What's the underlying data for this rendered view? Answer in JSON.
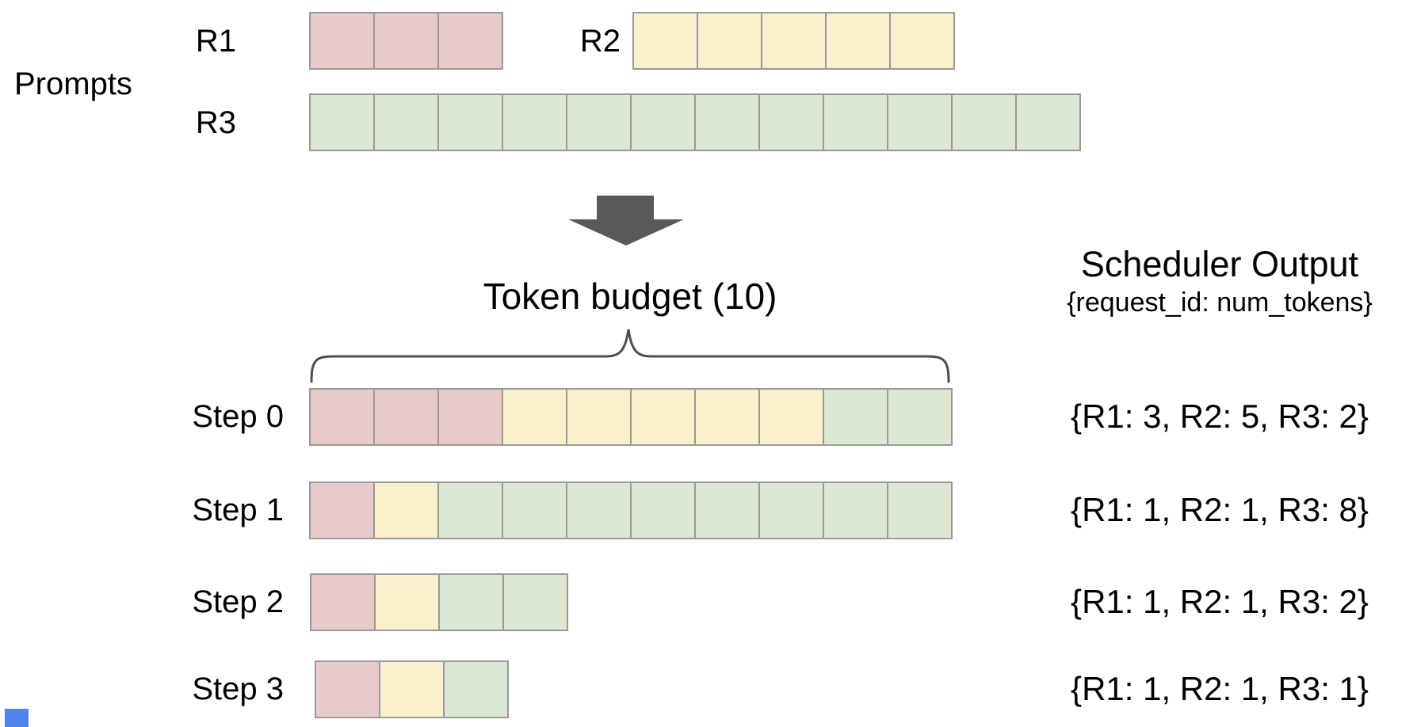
{
  "prompts": {
    "section_label": "Prompts"
  },
  "prompt_rows": [
    {
      "label": "R1",
      "request_id": "R1",
      "num_tokens": 3,
      "cells": [
        "R1",
        "R1",
        "R1"
      ]
    },
    {
      "label": "R2",
      "request_id": "R2",
      "num_tokens": 5,
      "cells": [
        "R2",
        "R2",
        "R2",
        "R2",
        "R2"
      ]
    },
    {
      "label": "R3",
      "request_id": "R3",
      "num_tokens": 12,
      "cells": [
        "R3",
        "R3",
        "R3",
        "R3",
        "R3",
        "R3",
        "R3",
        "R3",
        "R3",
        "R3",
        "R3",
        "R3"
      ]
    }
  ],
  "token_budget": {
    "label": "Token budget (10)",
    "value": 10
  },
  "scheduler_output": {
    "title": "Scheduler Output",
    "subtitle": "{request_id: num_tokens}"
  },
  "steps": [
    {
      "label": "Step 0",
      "allocations": {
        "R1": 3,
        "R2": 5,
        "R3": 2
      },
      "cells": [
        "R1",
        "R1",
        "R1",
        "R2",
        "R2",
        "R2",
        "R2",
        "R2",
        "R3",
        "R3"
      ],
      "output_text": "{R1: 3, R2: 5, R3: 2}"
    },
    {
      "label": "Step 1",
      "allocations": {
        "R1": 1,
        "R2": 1,
        "R3": 8
      },
      "cells": [
        "R1",
        "R2",
        "R3",
        "R3",
        "R3",
        "R3",
        "R3",
        "R3",
        "R3",
        "R3"
      ],
      "output_text": "{R1: 1, R2: 1, R3: 8}"
    },
    {
      "label": "Step 2",
      "allocations": {
        "R1": 1,
        "R2": 1,
        "R3": 2
      },
      "cells": [
        "R1",
        "R2",
        "R3",
        "R3"
      ],
      "output_text": "{R1: 1, R2: 1, R3: 2}"
    },
    {
      "label": "Step 3",
      "allocations": {
        "R1": 1,
        "R2": 1,
        "R3": 1
      },
      "cells": [
        "R1",
        "R2",
        "R3"
      ],
      "output_text": "{R1: 1, R2: 1, R3: 1}"
    }
  ],
  "icons": {
    "down_arrow": "block-arrow-down",
    "brace": "horizontal-curly-brace"
  },
  "colors": {
    "R1": "#e8caca",
    "R2": "#fbf0cd",
    "R3": "#dce8d4",
    "cell_border": "#999999",
    "arrow": "#595959",
    "brace": "#4d4d4d",
    "text": "#000000",
    "marker_blue": "#4e86ec",
    "background": "#ffffff"
  }
}
